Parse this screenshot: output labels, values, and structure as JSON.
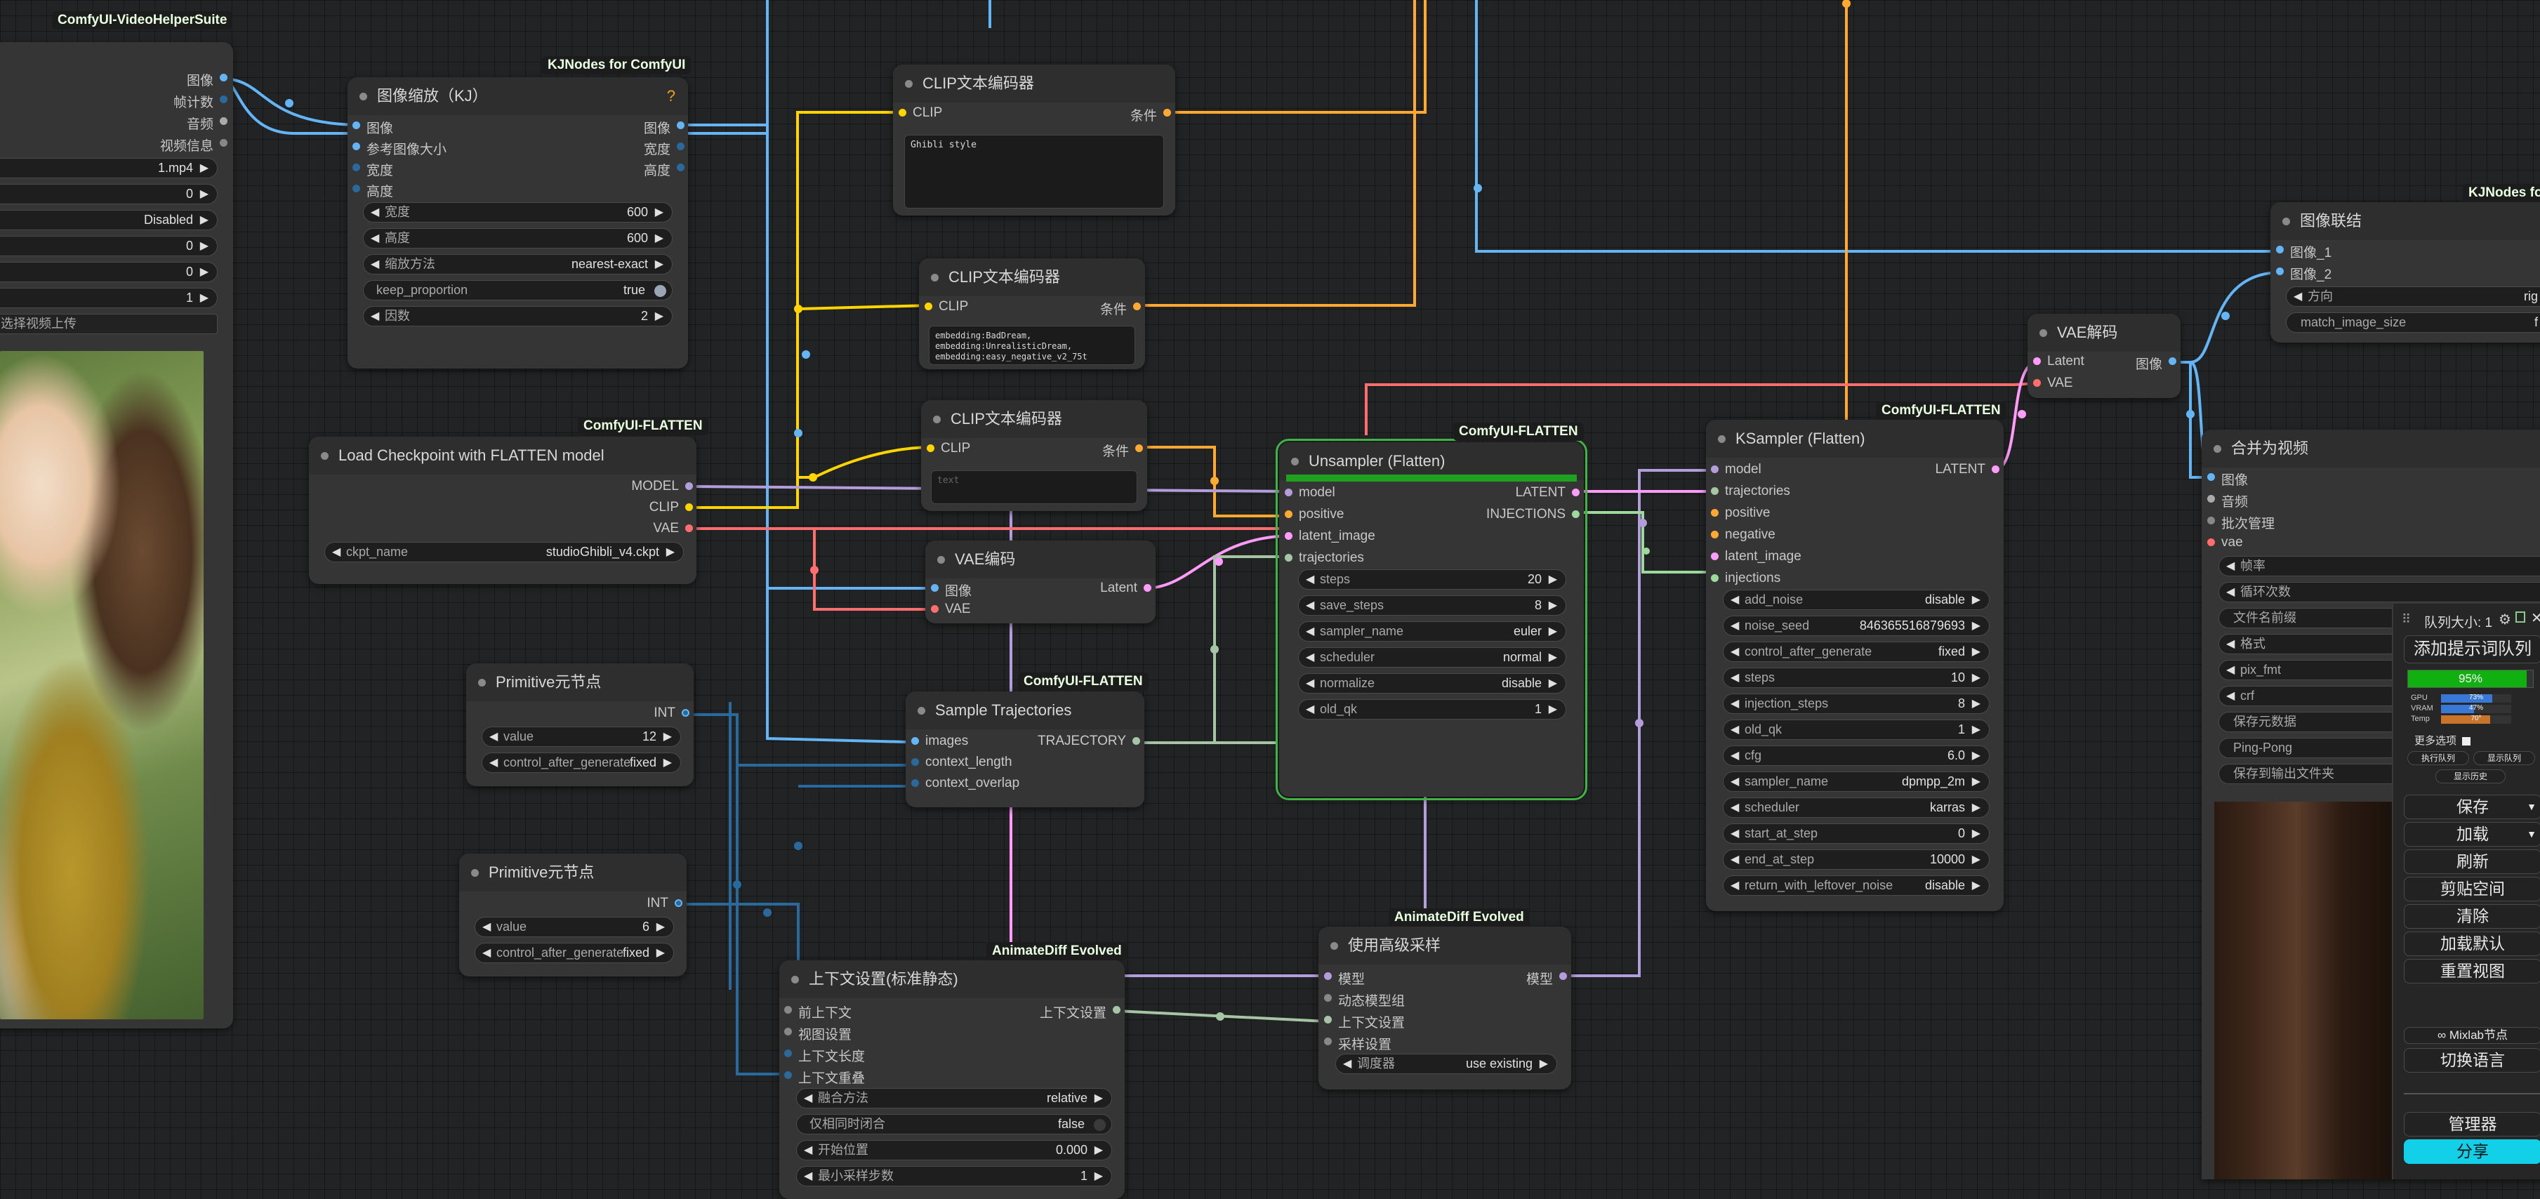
{
  "colors": {
    "clip": "#ffd500",
    "conditioning": "#ffa931",
    "model": "#b39ddb",
    "vae": "#ff6e6e",
    "latent": "#ff9cf9",
    "image": "#64b5f6",
    "int": "#29699c",
    "trajectory": "#a5c5a5",
    "injections": "#9dd89d",
    "selected_border": "#3fb343",
    "share": "#12d0e8"
  },
  "nodes": {
    "vhs_load": {
      "badge": "ComfyUI-VideoHelperSuite",
      "outputs": [
        "图像",
        "帧计数",
        "音频",
        "视频信息"
      ],
      "widgets": [
        {
          "value": "1.mp4"
        },
        {
          "value": "0"
        },
        {
          "value": "Disabled"
        },
        {
          "value": "0"
        },
        {
          "value": "0"
        },
        {
          "value": "1"
        }
      ],
      "upload_label": "选择视频上传"
    },
    "image_scale": {
      "badge": "KJNodes for ComfyUI",
      "title": "图像缩放（KJ）",
      "help": "?",
      "inputs": [
        "图像",
        "参考图像大小",
        "宽度",
        "高度"
      ],
      "outputs": [
        "图像",
        "宽度",
        "高度"
      ],
      "widgets": [
        {
          "label": "宽度",
          "value": "600"
        },
        {
          "label": "高度",
          "value": "600"
        },
        {
          "label": "缩放方法",
          "value": "nearest-exact"
        },
        {
          "label": "keep_proportion",
          "value": "true"
        },
        {
          "label": "因数",
          "value": "2"
        }
      ]
    },
    "clip1": {
      "title": "CLIP文本编码器",
      "input": "CLIP",
      "output": "条件",
      "text": "Ghibli style"
    },
    "clip2": {
      "title": "CLIP文本编码器",
      "input": "CLIP",
      "output": "条件",
      "text": "embedding:BadDream,\nembedding:UnrealisticDream,\nembedding:easy_negative_v2_75t"
    },
    "clip3": {
      "title": "CLIP文本编码器",
      "input": "CLIP",
      "output": "条件",
      "text": "text"
    },
    "checkpoint": {
      "badge": "ComfyUI-FLATTEN",
      "title": "Load Checkpoint with FLATTEN model",
      "outputs": [
        "MODEL",
        "CLIP",
        "VAE"
      ],
      "widget": {
        "label": "ckpt_name",
        "value": "studioGhibli_v4.ckpt"
      }
    },
    "vae_encode": {
      "title": "VAE编码",
      "inputs": [
        "图像",
        "VAE"
      ],
      "output": "Latent"
    },
    "primitive1": {
      "title": "Primitive元节点",
      "output": "INT",
      "widgets": [
        {
          "label": "value",
          "value": "12"
        },
        {
          "label": "control_after_generate",
          "value": "fixed"
        }
      ]
    },
    "primitive2": {
      "title": "Primitive元节点",
      "output": "INT",
      "widgets": [
        {
          "label": "value",
          "value": "6"
        },
        {
          "label": "control_after_generate",
          "value": "fixed"
        }
      ]
    },
    "sample_traj": {
      "badge": "ComfyUI-FLATTEN",
      "title": "Sample Trajectories",
      "inputs": [
        "images",
        "context_length",
        "context_overlap"
      ],
      "output": "TRAJECTORY"
    },
    "unsampler": {
      "badge": "ComfyUI-FLATTEN",
      "title": "Unsampler (Flatten)",
      "inputs": [
        "model",
        "positive",
        "latent_image",
        "trajectories"
      ],
      "outputs": [
        "LATENT",
        "INJECTIONS"
      ],
      "progress": 1.0,
      "widgets": [
        {
          "label": "steps",
          "value": "20"
        },
        {
          "label": "save_steps",
          "value": "8"
        },
        {
          "label": "sampler_name",
          "value": "euler"
        },
        {
          "label": "scheduler",
          "value": "normal"
        },
        {
          "label": "normalize",
          "value": "disable"
        },
        {
          "label": "old_qk",
          "value": "1"
        }
      ]
    },
    "ksampler": {
      "badge": "ComfyUI-FLATTEN",
      "title": "KSampler (Flatten)",
      "inputs": [
        "model",
        "trajectories",
        "positive",
        "negative",
        "latent_image",
        "injections"
      ],
      "output": "LATENT",
      "widgets": [
        {
          "label": "add_noise",
          "value": "disable"
        },
        {
          "label": "noise_seed",
          "value": "846365516879693"
        },
        {
          "label": "control_after_generate",
          "value": "fixed"
        },
        {
          "label": "steps",
          "value": "10"
        },
        {
          "label": "injection_steps",
          "value": "8"
        },
        {
          "label": "old_qk",
          "value": "1"
        },
        {
          "label": "cfg",
          "value": "6.0"
        },
        {
          "label": "sampler_name",
          "value": "dpmpp_2m"
        },
        {
          "label": "scheduler",
          "value": "karras"
        },
        {
          "label": "start_at_step",
          "value": "0"
        },
        {
          "label": "end_at_step",
          "value": "10000"
        },
        {
          "label": "return_with_leftover_noise",
          "value": "disable"
        }
      ]
    },
    "vae_decode": {
      "title": "VAE解码",
      "inputs": [
        "Latent",
        "VAE"
      ],
      "output": "图像"
    },
    "image_concat": {
      "badge": "KJNodes fo",
      "title": "图像联结",
      "inputs": [
        "图像_1",
        "图像_2"
      ],
      "widgets": [
        {
          "label": "方向",
          "value": "rig"
        },
        {
          "label": "match_image_size",
          "value": "f"
        }
      ]
    },
    "video_combine": {
      "title": "合并为视频",
      "inputs": [
        "图像",
        "音频",
        "批次管理",
        "vae"
      ],
      "widgets": [
        {
          "label": "帧率"
        },
        {
          "label": "循环次数"
        },
        {
          "label": "文件名前缀"
        },
        {
          "label": "格式"
        },
        {
          "label": "pix_fmt"
        },
        {
          "label": "crf"
        },
        {
          "label": "保存元数据"
        },
        {
          "label": "Ping-Pong"
        },
        {
          "label": "保存到输出文件夹"
        }
      ]
    },
    "context": {
      "badge": "AnimateDiff Evolved",
      "title": "上下文设置(标准静态)",
      "inputs": [
        "前上下文",
        "视图设置",
        "上下文长度",
        "上下文重叠"
      ],
      "output": "上下文设置",
      "widgets": [
        {
          "label": "融合方法",
          "value": "relative"
        },
        {
          "label": "仅相同时闭合",
          "value": "false"
        },
        {
          "label": "开始位置",
          "value": "0.000"
        },
        {
          "label": "最小采样步数",
          "value": "1"
        }
      ]
    },
    "adv_sample": {
      "badge": "AnimateDiff Evolved",
      "title": "使用高级采样",
      "inputs": [
        "模型",
        "动态模型组",
        "上下文设置",
        "采样设置"
      ],
      "output": "模型",
      "widget": {
        "label": "调度器",
        "value": "use existing"
      }
    }
  },
  "panel": {
    "queue_label": "队列大小: 1",
    "add_prompt": "添加提示词队列",
    "progress_text": "95%",
    "progress": 0.95,
    "gpu_label": "GPU",
    "gpu_value": "73%",
    "gpu": 0.73,
    "vram_label": "VRAM",
    "vram_value": "47%",
    "vram": 0.47,
    "temp_label": "Temp",
    "temp_value": "70°",
    "temp": 0.7,
    "more_options": "更多选项",
    "exec_queue": "执行队列",
    "show_queue": "显示队列",
    "show_history": "显示历史",
    "save": "保存",
    "load": "加载",
    "refresh": "刷新",
    "clipspace": "剪贴空间",
    "clear": "清除",
    "load_default": "加载默认",
    "reset_view": "重置视图",
    "mixlab": "∞ Mixlab节点",
    "switch_lang": "切换语言",
    "manager": "管理器",
    "share": "分享"
  }
}
